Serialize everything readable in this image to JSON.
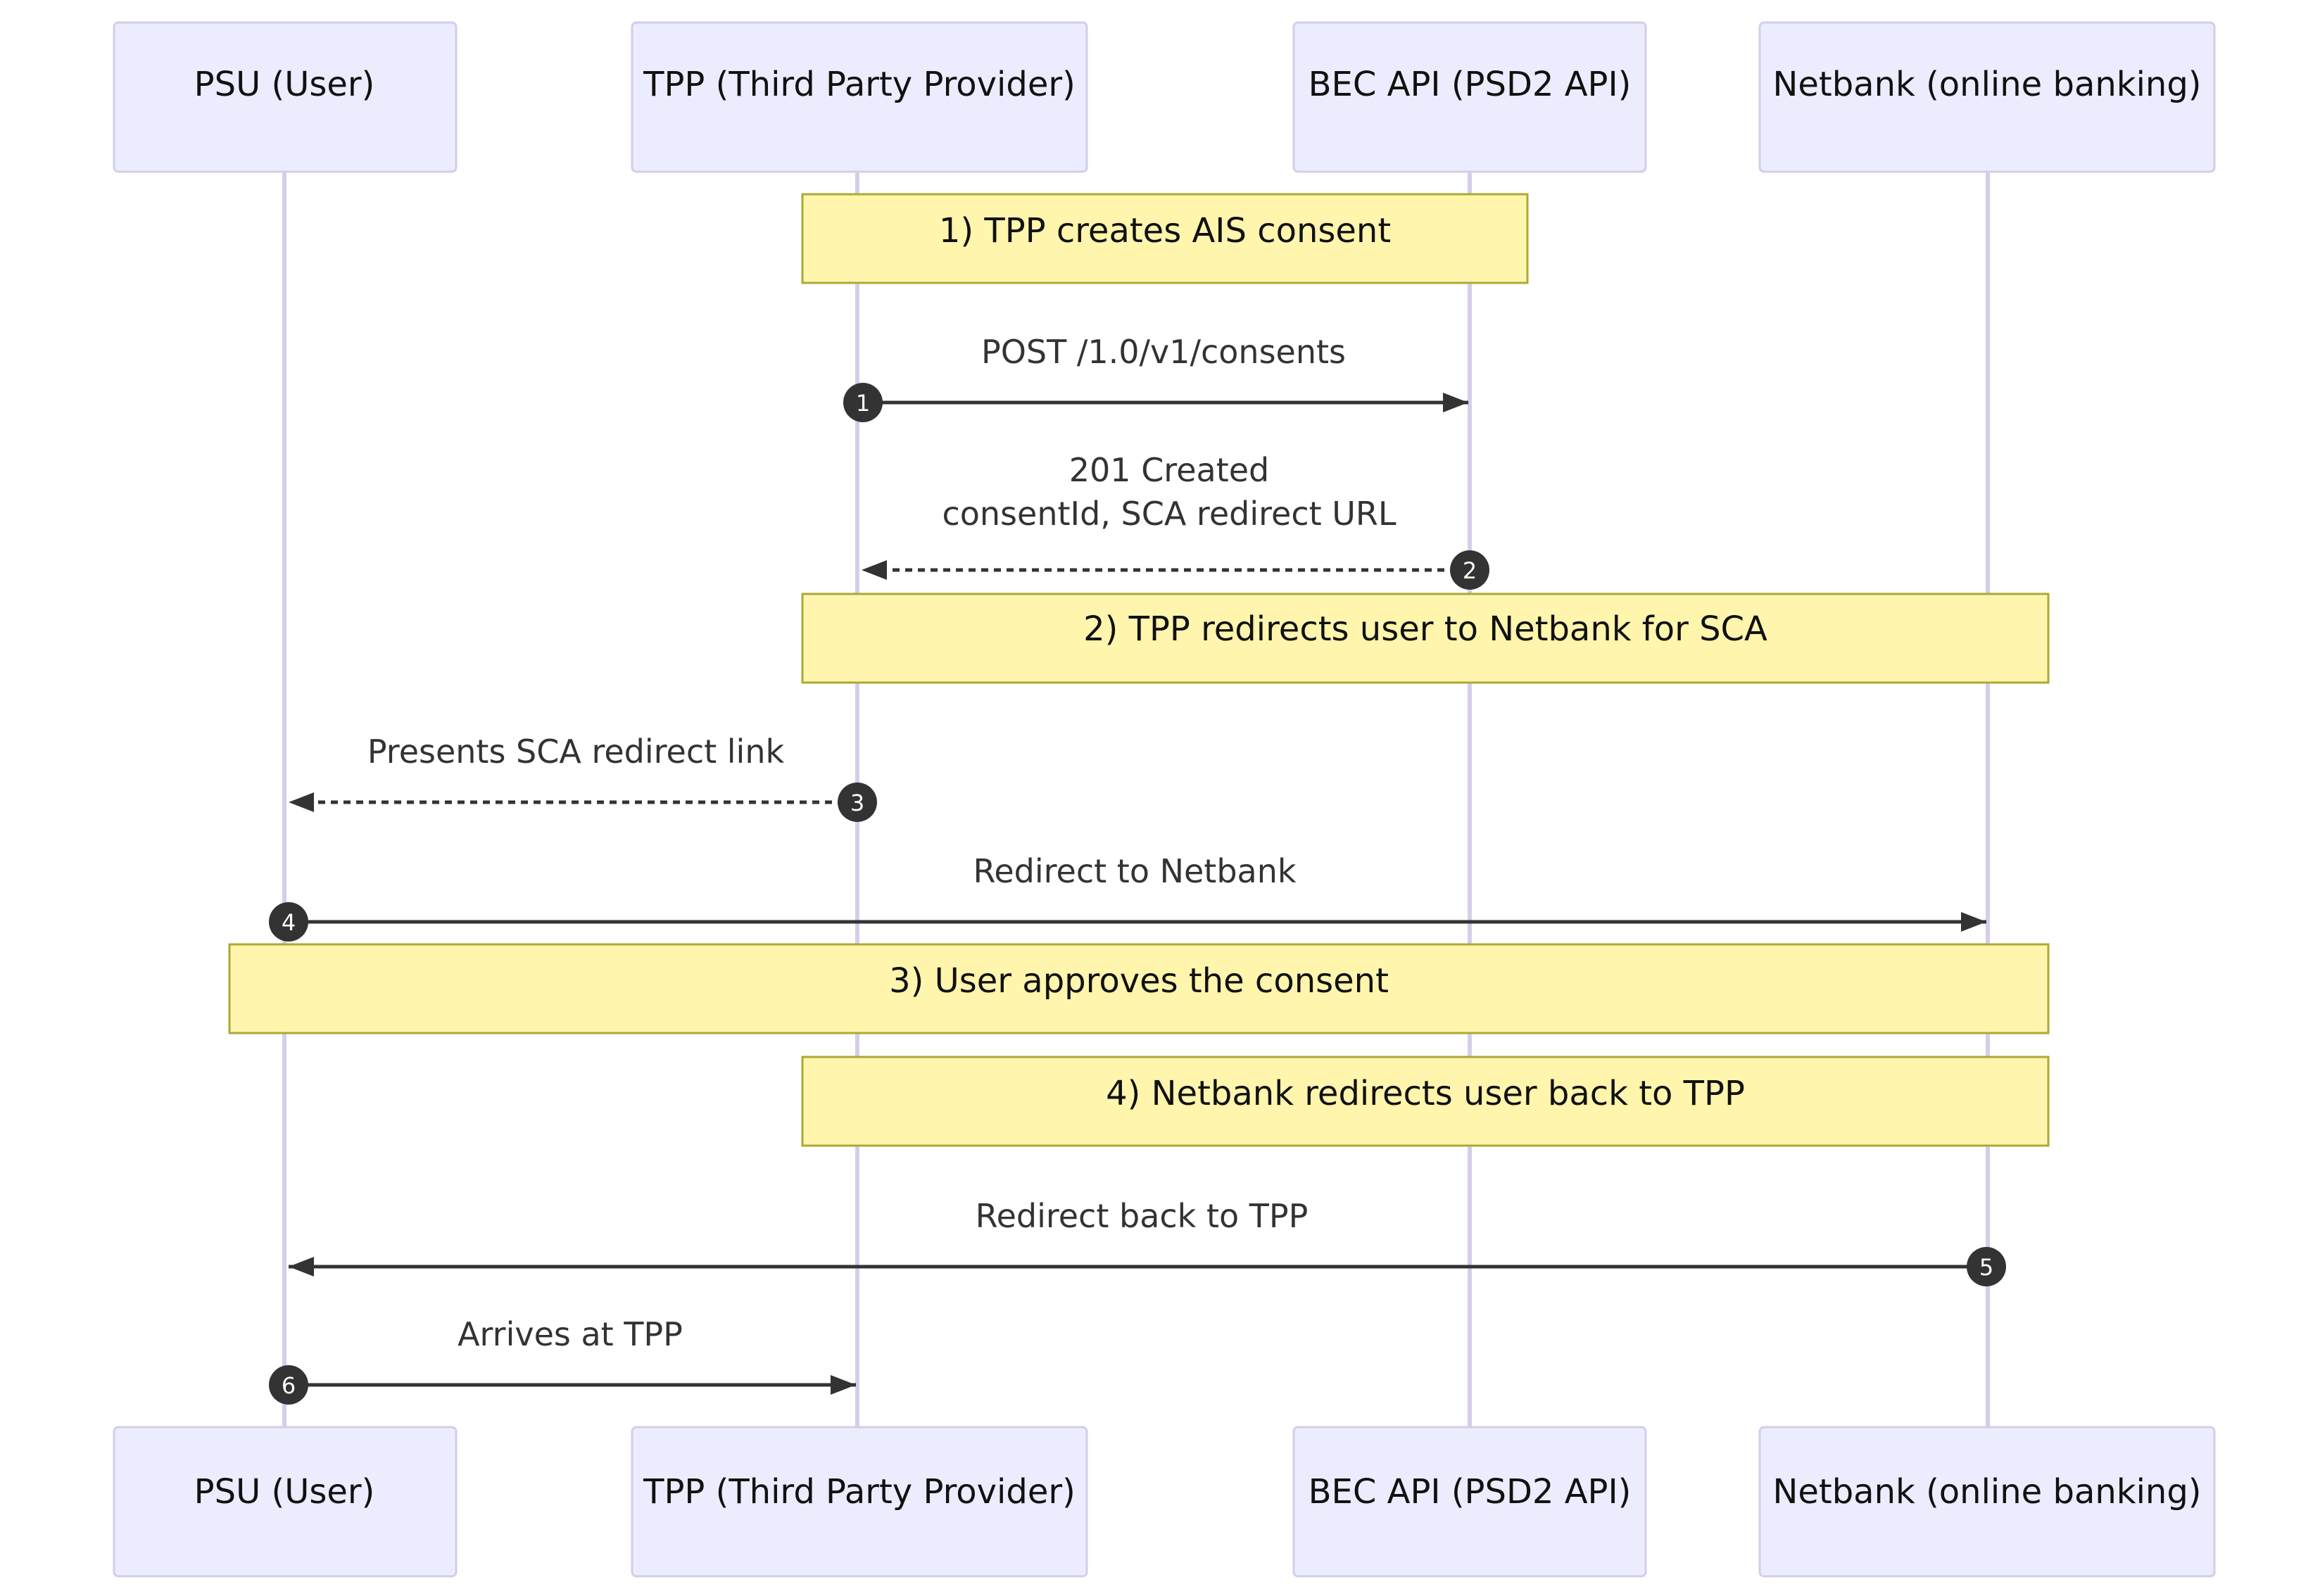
{
  "participants": [
    {
      "id": "psu",
      "label": "PSU (User)"
    },
    {
      "id": "tpp",
      "label": "TPP (Third Party Provider)"
    },
    {
      "id": "bec",
      "label": "BEC API (PSD2 API)"
    },
    {
      "id": "netbank",
      "label": "Netbank (online banking)"
    }
  ],
  "notes": [
    {
      "text": "1) TPP creates AIS consent"
    },
    {
      "text": "2) TPP redirects user to Netbank for SCA"
    },
    {
      "text": "3) User approves the consent"
    },
    {
      "text": "4) Netbank redirects user back to TPP"
    }
  ],
  "messages": [
    {
      "number": "1",
      "from": "tpp",
      "to": "bec",
      "style": "solid",
      "lines": [
        "POST /1.0/v1/consents"
      ]
    },
    {
      "number": "2",
      "from": "bec",
      "to": "tpp",
      "style": "dashed",
      "lines": [
        "201 Created",
        "consentId, SCA redirect URL"
      ]
    },
    {
      "number": "3",
      "from": "tpp",
      "to": "psu",
      "style": "dashed",
      "lines": [
        "Presents SCA redirect link"
      ]
    },
    {
      "number": "4",
      "from": "psu",
      "to": "netbank",
      "style": "solid",
      "lines": [
        "Redirect to Netbank"
      ]
    },
    {
      "number": "5",
      "from": "netbank",
      "to": "psu",
      "style": "solid",
      "lines": [
        "Redirect back to TPP"
      ]
    },
    {
      "number": "6",
      "from": "psu",
      "to": "tpp",
      "style": "solid",
      "lines": [
        "Arrives at TPP"
      ]
    }
  ],
  "colors": {
    "actor_fill": "#ececff",
    "actor_border": "#d4cdea",
    "lifeline": "#d6cdeb",
    "note_fill": "#fff5ad",
    "note_border": "#aaaa33",
    "arrow": "#333333"
  }
}
